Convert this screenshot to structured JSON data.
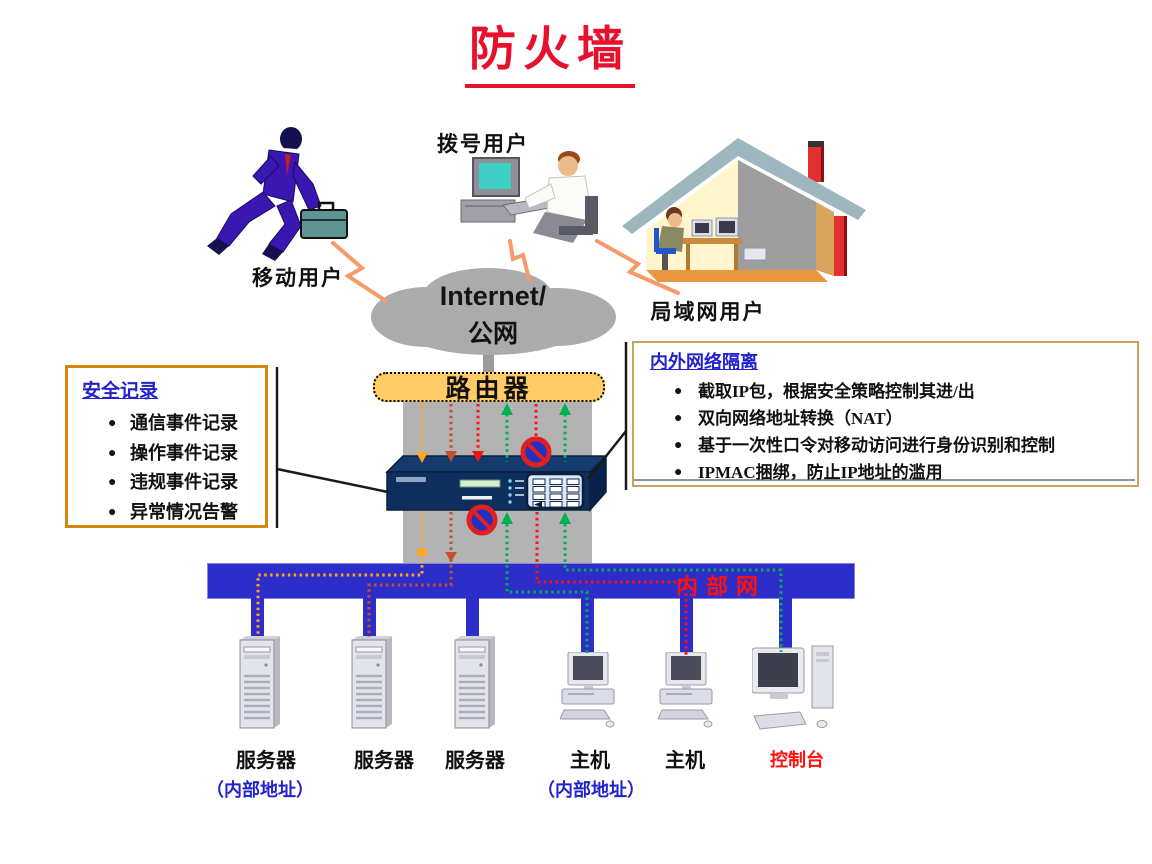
{
  "title": {
    "text": "防火墙",
    "color": "#E8112D"
  },
  "actors": {
    "dialup": {
      "label": "拨号用户"
    },
    "mobile": {
      "label": "移动用户"
    },
    "lan": {
      "label": "局域网用户"
    }
  },
  "cloud": {
    "line1": "Internet/",
    "line2": "公网"
  },
  "router": {
    "label": "路由器",
    "fill": "#FFCC66"
  },
  "security_box": {
    "title": "安全记录",
    "items": [
      "通信事件记录",
      "操作事件记录",
      "违规事件记录",
      "异常情况告警"
    ]
  },
  "isolation_box": {
    "title": "内外网络隔离",
    "items": [
      "截取IP包，根据安全策略控制其进/出",
      "双向网络地址转换（NAT）",
      "基于一次性口令对移动访问进行身份识别和控制",
      "IPMAC捆绑，防止IP地址的滥用"
    ]
  },
  "internal_network": {
    "label": "内部网",
    "label_color": "#FF1010",
    "bar_color": "#2D2DC9"
  },
  "bottom_devices": [
    {
      "type": "server",
      "label": "服务器",
      "sublabel": "（内部地址）"
    },
    {
      "type": "server",
      "label": "服务器"
    },
    {
      "type": "server",
      "label": "服务器"
    },
    {
      "type": "host",
      "label": "主机",
      "sublabel": "（内部地址）"
    },
    {
      "type": "host",
      "label": "主机"
    },
    {
      "type": "console",
      "label": "控制台",
      "label_color": "#FF1010"
    }
  ],
  "icons": {
    "cloud": "internet-cloud",
    "prohibition": "no-entry-sign",
    "firewall": "firewall-appliance"
  },
  "flow_colors": {
    "orange": "#FFA520",
    "brick": "#C2502A",
    "red": "#FF1010",
    "green": "#00B050",
    "lightning": "#F49A6B",
    "band_gray": "#B3B3B3"
  }
}
